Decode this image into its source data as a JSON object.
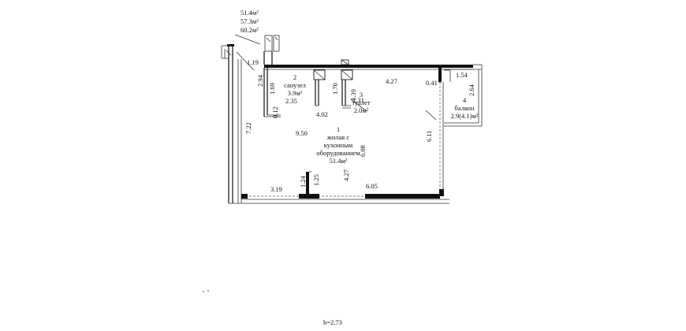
{
  "summary": {
    "total": "51.4м²",
    "living": "57.3м²",
    "overall": "60.2м²"
  },
  "rooms": {
    "sanuzel": {
      "number": "2",
      "name": "санузел",
      "area": "3.9м²"
    },
    "toilet": {
      "number": "3",
      "name": "туалет",
      "area": "2.0м²"
    },
    "living": {
      "number": "1",
      "line1": "жилая с",
      "line2": "кухонным",
      "line3": "оборудованием",
      "area": "51.4м²"
    },
    "balcony": {
      "number": "4",
      "name": "балкон",
      "area": "2.9(4.1)м²"
    }
  },
  "dimensions": {
    "d119": "1.19",
    "d294": "2.94",
    "d169": "1.69",
    "d235": "2.35",
    "d012": "0.12",
    "d402": "4.02",
    "d170": "1.70",
    "d139": "1.39",
    "d131": "1.31",
    "d427_top": "4.27",
    "d041": "0.41",
    "d154": "1.54",
    "d264": "2.64",
    "d722": "7.22",
    "d950": "9.50",
    "d608": "6.08",
    "d427_mid": "4.27",
    "d611": "6.11",
    "d124": "1.24",
    "d125": "1.25",
    "d319": "3.19",
    "d605": "6.05"
  },
  "ceiling_height": "h=2.73"
}
